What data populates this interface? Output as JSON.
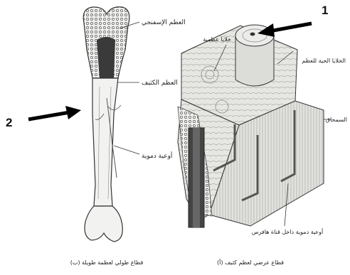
{
  "markers": {
    "one": "1",
    "two": "2"
  },
  "long_bone": {
    "label_spongy": "العظم الإسفنجي",
    "label_compact": "العظم الكثيف",
    "label_vessels": "أوعية دموية",
    "caption": "(ب) قطاع طولي لعظمة طويلة"
  },
  "cross_section": {
    "label_osteocytes": "خلايا عظمية",
    "label_living_cells": "الخلايا الحية للعظم",
    "label_periosteum": "السمحاق",
    "label_haversian": "أوعية دموية داخل قناة هافرس",
    "caption": "(أ) قطاع عرضي لعظم كثيف"
  },
  "colors": {
    "ink": "#222222",
    "marrow": "#3a3a3a",
    "bone": "#f2f2f0",
    "block": "#e4e4e0",
    "vessel": "#555555"
  }
}
